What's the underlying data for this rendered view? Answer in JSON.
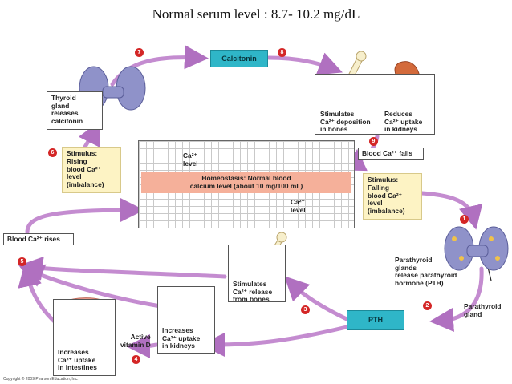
{
  "title": "Normal serum level : 8.7- 10.2 mg/dL",
  "copyright": "Copyright © 2009 Pearson Education, Inc.",
  "nodes": {
    "calcitonin": "Calcitonin",
    "pth": "PTH",
    "thyroid": [
      "Thyroid",
      "gland",
      "releases",
      "calcitonin"
    ],
    "bones_deposit": [
      "Stimulates",
      "Ca²⁺ deposition",
      "in bones"
    ],
    "kidney_reduce": [
      "Reduces",
      "Ca²⁺ uptake",
      "in kidneys"
    ],
    "ca_falls": "Blood Ca²⁺ falls",
    "ca_rises": "Blood Ca²⁺ rises",
    "stimulus_rising": [
      "Stimulus:",
      "Rising",
      "blood Ca²⁺",
      "level",
      "(imbalance)"
    ],
    "stimulus_falling": [
      "Stimulus:",
      "Falling",
      "blood Ca²⁺",
      "level",
      "(imbalance)"
    ],
    "homeostasis": [
      "Homeostasis: Normal blood",
      "calcium level (about 10 mg/100 mL)"
    ],
    "ca_level_up": [
      "Ca²⁺",
      "level"
    ],
    "ca_level_down": [
      "Ca²⁺",
      "level"
    ],
    "parathyroid_release": [
      "Parathyroid",
      "glands",
      "release parathyroid",
      "hormone (PTH)"
    ],
    "parathyroid_gland": [
      "Parathyroid",
      "gland"
    ],
    "bones_release": [
      "Stimulates",
      "Ca²⁺ release",
      "from bones"
    ],
    "kidney_increase": [
      "Increases",
      "Ca²⁺ uptake",
      "in kidneys"
    ],
    "active_vitd": [
      "Active",
      "vitamin D"
    ],
    "intestine_increase": [
      "Increases",
      "Ca²⁺ uptake",
      "in intestines"
    ]
  },
  "steps": [
    "1",
    "2",
    "3",
    "4",
    "5",
    "6",
    "7",
    "8",
    "9"
  ],
  "colors": {
    "arrow": "#b070c0",
    "teal": "#2fb6c8",
    "stimulus": "#fdf3c4",
    "band": "#f5b09a",
    "badge": "#d42626"
  }
}
